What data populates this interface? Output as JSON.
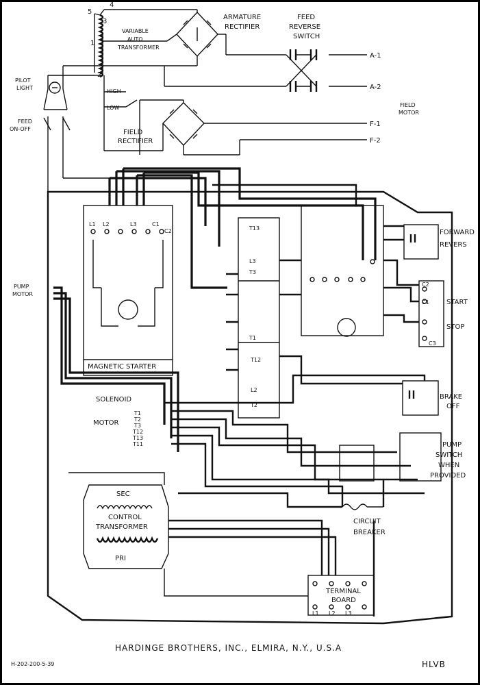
{
  "labels": {
    "variable_auto_transformer": [
      "VARIABLE",
      "AUTO",
      "TRANSFORMER"
    ],
    "armature_rectifier": [
      "ARMATURE",
      "RECTIFIER"
    ],
    "feed_reverse_switch": [
      "FEED",
      "REVERSE",
      "SWITCH"
    ],
    "pilot_light": [
      "PILOT",
      "LIGHT"
    ],
    "feed_on_off": [
      "FEED",
      "ON-OFF"
    ],
    "high": "HIGH",
    "low": "LOW",
    "field_rectifier": [
      "FIELD",
      "RECTIFIER"
    ],
    "field_motor": [
      "FIELD",
      "MOTOR"
    ],
    "a1": "A-1",
    "a2": "A-2",
    "f1": "F-1",
    "f2": "F-2",
    "pump_motor": [
      "PUMP",
      "MOTOR"
    ],
    "magnetic_starter": "MAGNETIC STARTER",
    "solenoid": "SOLENOID",
    "motor": "MOTOR",
    "motor_leads": [
      "T1",
      "T2",
      "T3",
      "T12",
      "T13",
      "T11"
    ],
    "forward": "FORWARD",
    "reverse": "REVERS",
    "start": "START",
    "stop": "STOP",
    "brake_off": [
      "BRAKE",
      "OFF"
    ],
    "pump_switch": [
      "PUMP",
      "SWITCH",
      "WHEN",
      "PROVIDED"
    ],
    "sec": "SEC",
    "control_transformer": [
      "CONTROL",
      "TRANSFORMER"
    ],
    "pri": "PRI",
    "circuit_breaker": [
      "CIRCUIT",
      "BREAKER"
    ],
    "terminal_board": [
      "TERMINAL",
      "BOARD"
    ],
    "terminals": [
      "L1",
      "L2",
      "L3"
    ],
    "starter_terminals": [
      "L1",
      "L2",
      "L3",
      "C1",
      "C2"
    ],
    "relay_terminals": [
      "T13",
      "L3",
      "T3",
      "T1",
      "T12",
      "L2",
      "T2"
    ],
    "switch_terminals": [
      "C2",
      "C1",
      "C3"
    ],
    "taps": [
      "5",
      "4",
      "3",
      "1",
      "2"
    ],
    "footer": "HARDINGE BROTHERS, INC., ELMIRA, N.Y., U.S.A",
    "drawing_no": "H-202-200-5-39",
    "model": "HLVB"
  }
}
